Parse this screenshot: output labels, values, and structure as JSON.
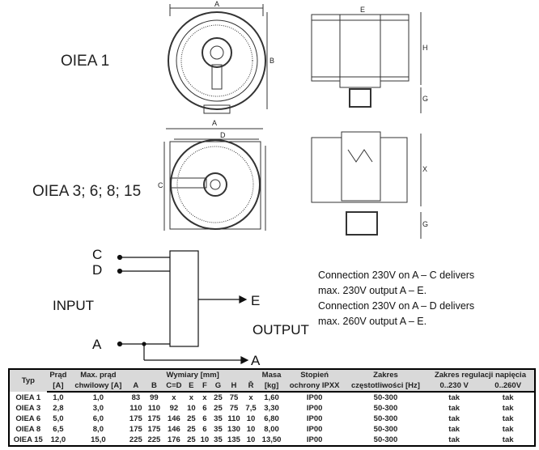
{
  "models": {
    "top": "OIEA 1",
    "middle": "OIEA 3; 6; 8; 15"
  },
  "dims": {
    "a": "A",
    "b": "B",
    "c": "C",
    "d": "D",
    "e": "E",
    "h": "H",
    "g": "G",
    "x": "X"
  },
  "circuit": {
    "c": "C",
    "d": "D",
    "input": "INPUT",
    "e": "E",
    "a_in": "A",
    "output": "OUTPUT",
    "a_out": "A"
  },
  "notes": [
    "Connection 230V on A – C delivers",
    "max. 230V output A – E.",
    "Connection 230V on A – D delivers",
    "max. 260V output A – E."
  ],
  "table": {
    "h": {
      "typ": "Typ",
      "prad": "Prąd",
      "prad_u": "[A]",
      "max": "Max. prąd",
      "max_u": "chwilowy [A]",
      "wym": "Wymiary [mm]",
      "masa": "Masa",
      "masa_u": "[kg]",
      "stop": "Stopień",
      "stop_u": "ochrony IPXX",
      "zak": "Zakres",
      "zak_u": "częstotliwości [Hz]",
      "reg": "Zakres regulacji napięcia",
      "r230": "0..230 V",
      "r260": "0..260V"
    },
    "dim_cols": [
      "A",
      "B",
      "C=D",
      "E",
      "F",
      "G",
      "H",
      "Ř"
    ],
    "rows": [
      [
        "OIEA 1",
        "1,0",
        "1,0",
        "83",
        "99",
        "x",
        "x",
        "x",
        "25",
        "75",
        "x",
        "1,60",
        "IP00",
        "50-300",
        "tak",
        "tak"
      ],
      [
        "OIEA 3",
        "2,8",
        "3,0",
        "110",
        "110",
        "92",
        "10",
        "6",
        "25",
        "75",
        "7,5",
        "3,30",
        "IP00",
        "50-300",
        "tak",
        "tak"
      ],
      [
        "OIEA 6",
        "5,0",
        "6,0",
        "175",
        "175",
        "146",
        "25",
        "6",
        "35",
        "110",
        "10",
        "6,80",
        "IP00",
        "50-300",
        "tak",
        "tak"
      ],
      [
        "OIEA 8",
        "6,5",
        "8,0",
        "175",
        "175",
        "146",
        "25",
        "6",
        "35",
        "130",
        "10",
        "8,00",
        "IP00",
        "50-300",
        "tak",
        "tak"
      ],
      [
        "OIEA 15",
        "12,0",
        "15,0",
        "225",
        "225",
        "176",
        "25",
        "10",
        "35",
        "135",
        "10",
        "13,50",
        "IP00",
        "50-300",
        "tak",
        "tak"
      ]
    ]
  }
}
